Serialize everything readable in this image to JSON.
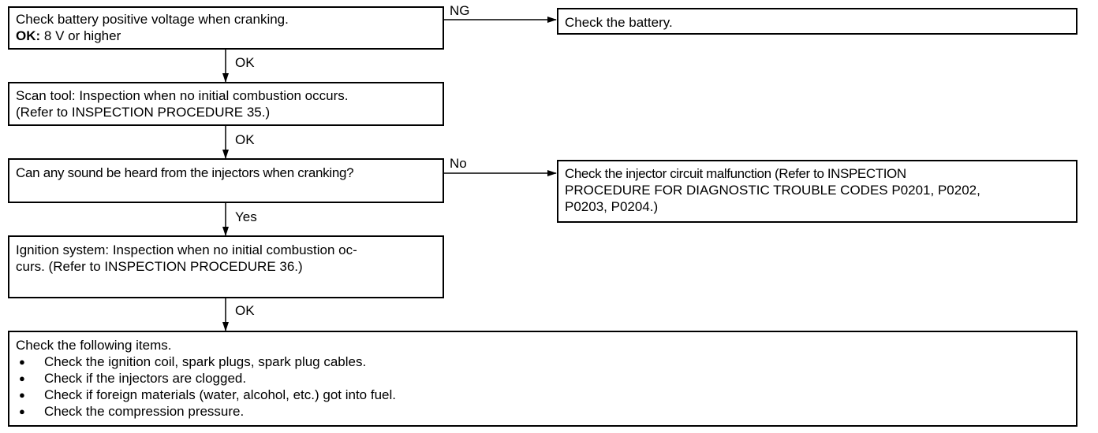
{
  "steps": {
    "battery_check": {
      "line1": "Check battery positive voltage when cranking.",
      "ok_prefix": "OK:",
      "ok_value": " 8 V or higher"
    },
    "battery_ng_action": "Check the battery.",
    "scan_tool": {
      "line1": "Scan tool: Inspection when no initial combustion occurs.",
      "line2": "(Refer to INSPECTION PROCEDURE 35.)"
    },
    "injector_sound": "Can any sound be heard from the injectors when cranking?",
    "injector_no_action": {
      "line1": "Check the injector circuit malfunction (Refer to INSPECTION",
      "line2": "PROCEDURE FOR DIAGNOSTIC TROUBLE CODES P0201, P0202,",
      "line3": "P0203,  P0204.)"
    },
    "ignition": {
      "line1": "Ignition system: Inspection when no initial combustion oc-",
      "line2": "curs. (Refer to INSPECTION PROCEDURE  36.)"
    },
    "final_check": {
      "title": "Check the following items.",
      "items": [
        "Check the ignition coil, spark plugs, spark plug cables.",
        "Check if the injectors are clogged.",
        "Check if foreign materials (water, alcohol, etc.) got into fuel.",
        "Check the compression pressure."
      ]
    }
  },
  "labels": {
    "ng": "NG",
    "ok1": "OK",
    "ok2": "OK",
    "no": "No",
    "yes": "Yes",
    "ok3": "OK"
  }
}
